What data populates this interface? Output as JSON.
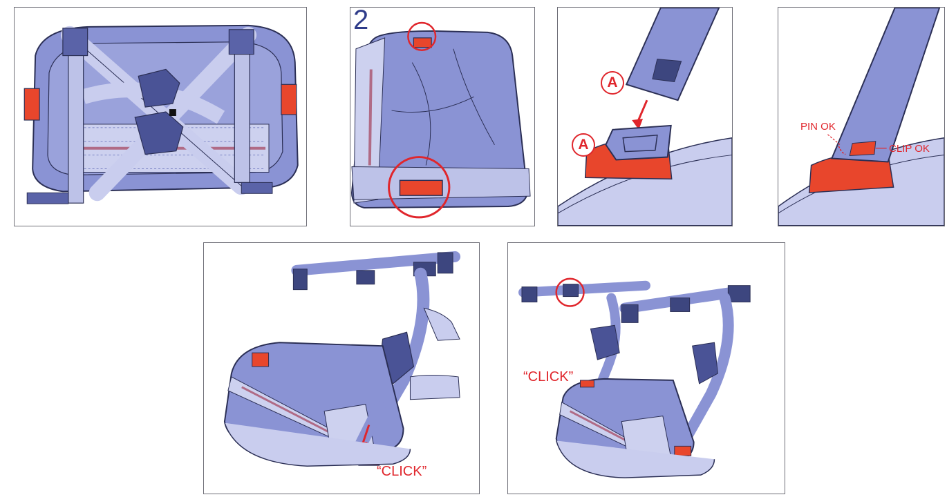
{
  "panels": [
    {
      "id": "panel-1"
    },
    {
      "id": "panel-2",
      "step_number": "2"
    },
    {
      "id": "panel-3",
      "callout_top": "A",
      "callout_bottom": "A"
    },
    {
      "id": "panel-4",
      "label_pin": "PIN OK",
      "label_clip": "CLIP OK"
    },
    {
      "id": "panel-5",
      "label_click": "“CLICK”"
    },
    {
      "id": "panel-6",
      "label_click": "“CLICK”"
    }
  ],
  "colors": {
    "fabric": "#8a93d4",
    "fabric_light": "#b9bfe6",
    "frame": "#5a63a8",
    "dark": "#3d467f",
    "clip_red": "#e8462c",
    "callout_red": "#e0262c",
    "outline": "#2b2f55"
  }
}
